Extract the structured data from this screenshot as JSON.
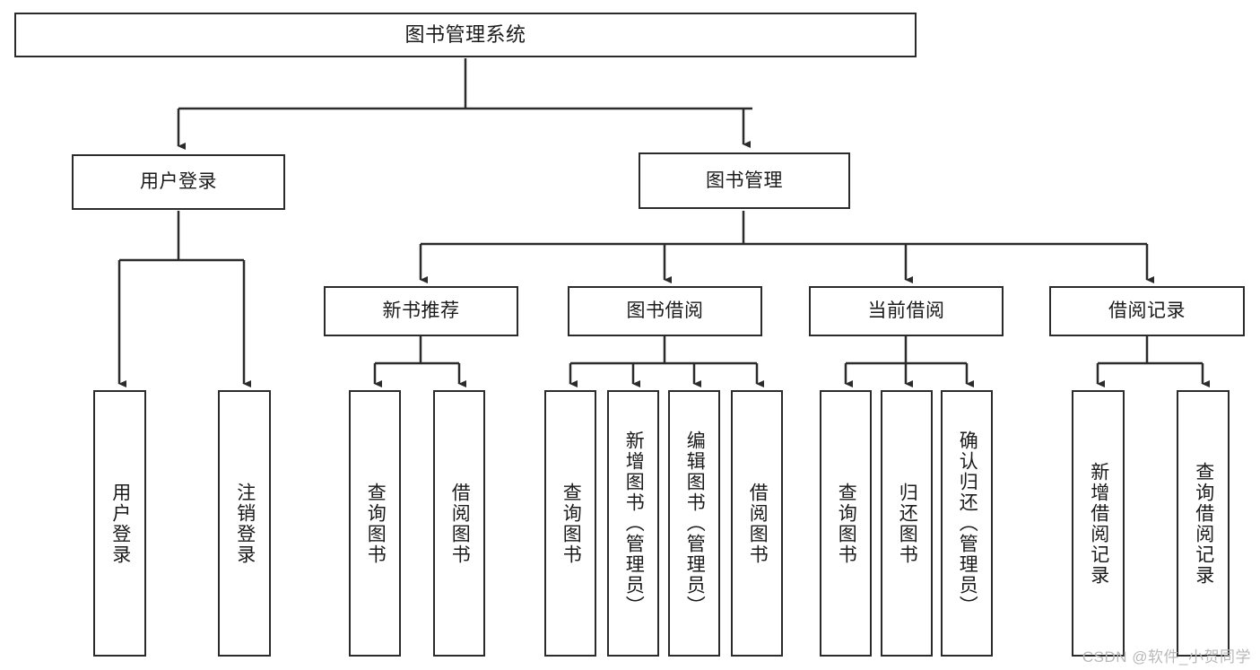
{
  "diagram": {
    "type": "tree-hierarchy",
    "title": "图书管理系统",
    "watermark": "CSDN @软件_小贺同学",
    "colors": {
      "border": "#2b2b2b",
      "background": "#ffffff",
      "text": "#1a1a1a",
      "watermark": "#b9b9b9"
    },
    "root": {
      "label": "图书管理系统"
    },
    "level2": [
      {
        "label": "用户登录"
      },
      {
        "label": "图书管理"
      }
    ],
    "level3": [
      {
        "label": "新书推荐"
      },
      {
        "label": "图书借阅"
      },
      {
        "label": "当前借阅"
      },
      {
        "label": "借阅记录"
      }
    ],
    "leaves": {
      "user_login": [
        {
          "label": "用户登录"
        },
        {
          "label": "注销登录"
        }
      ],
      "new_book_recommend": [
        {
          "label": "查询图书"
        },
        {
          "label": "借阅图书"
        }
      ],
      "book_borrow": [
        {
          "label": "查询图书"
        },
        {
          "label": "新增图书（管理员）"
        },
        {
          "label": "编辑图书（管理员）"
        },
        {
          "label": "借阅图书"
        }
      ],
      "current_borrow": [
        {
          "label": "查询图书"
        },
        {
          "label": "归还图书"
        },
        {
          "label": "确认归还（管理员）"
        }
      ],
      "borrow_record": [
        {
          "label": "新增借阅记录"
        },
        {
          "label": "查询借阅记录"
        }
      ]
    }
  }
}
